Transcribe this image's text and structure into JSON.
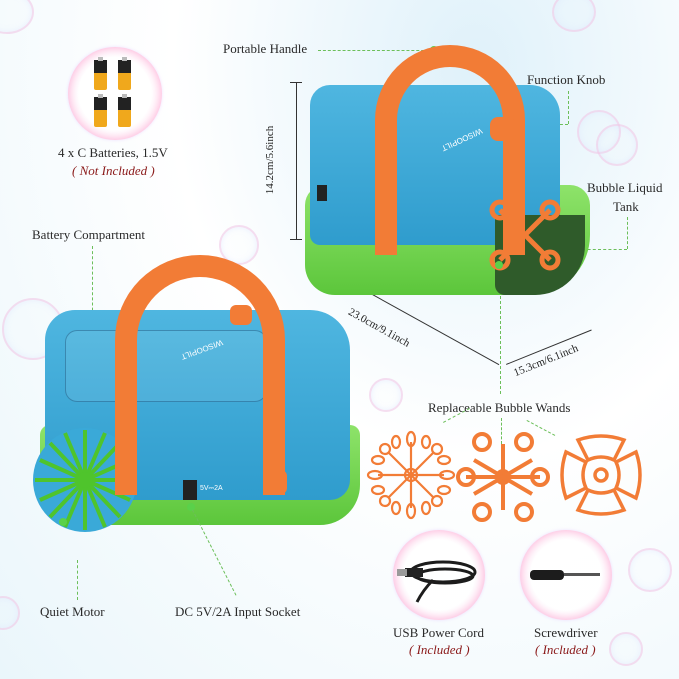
{
  "colors": {
    "accent_green": "#5ad14a",
    "leader_line": "#6cbf5a",
    "body_blue": "#3aa9d8",
    "base_green": "#6fd34a",
    "handle_orange": "#f27c36",
    "note_red": "#8b1a1a"
  },
  "batteries": {
    "icon": "battery-icon",
    "title": "4 x C Batteries, 1.5V",
    "note": "( Not Included )"
  },
  "callouts": {
    "portable_handle": "Portable Handle",
    "function_knob": "Function Knob",
    "bubble_liquid_tank_line1": "Bubble Liquid",
    "bubble_liquid_tank_line2": "Tank",
    "battery_compartment": "Battery Compartment",
    "quiet_motor": "Quiet Motor",
    "dc_input_socket": "DC 5V/2A Input Socket",
    "replaceable_wands": "Replaceable Bubble Wands"
  },
  "dimensions": {
    "height": "14.2cm/5.6inch",
    "length": "23.0cm/9.1inch",
    "width": "15.3cm/6.1inch"
  },
  "device": {
    "brand": "WISOOPILT",
    "socket_print": "5V⎓2A"
  },
  "wands": [
    {
      "icon": "flower-wand-icon"
    },
    {
      "icon": "six-ring-wand-icon"
    },
    {
      "icon": "four-petal-wand-icon"
    }
  ],
  "accessories": [
    {
      "icon": "usb-cord-icon",
      "title": "USB Power Cord",
      "note": "( Included )"
    },
    {
      "icon": "screwdriver-icon",
      "title": "Screwdriver",
      "note": "( Included )"
    }
  ]
}
